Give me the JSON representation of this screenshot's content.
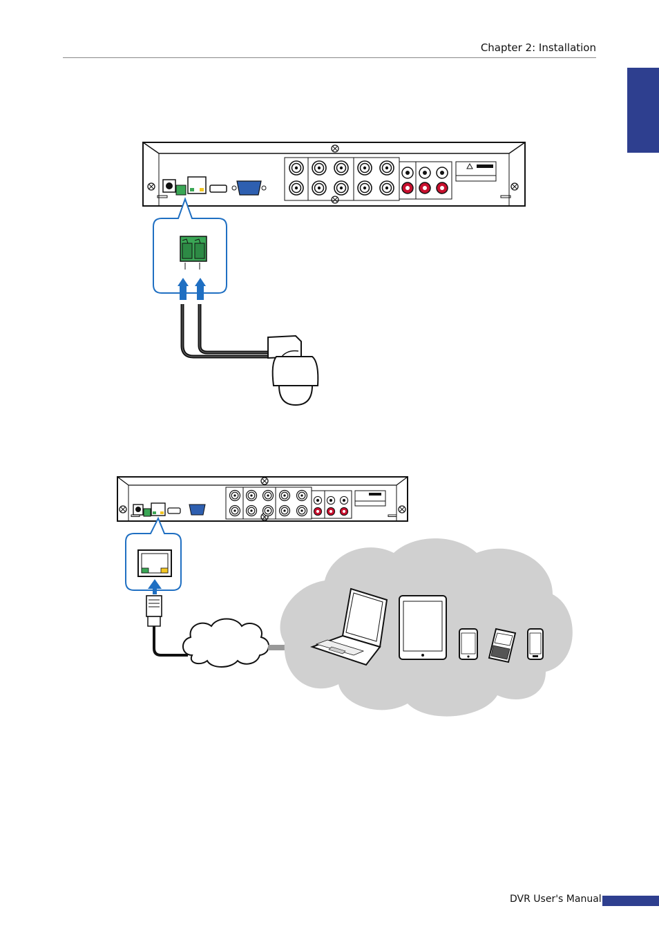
{
  "header": {
    "chapter_title": "Chapter 2: Installation"
  },
  "footer": {
    "manual_title": "DVR User's Manual"
  },
  "colors": {
    "accent": "#2e3f8f",
    "callout": "#1f6fc2",
    "terminal_green": "#3aa655",
    "cloud_gray": "#d0d0d0",
    "rca_red": "#c8102e"
  },
  "figures": [
    {
      "id": "figure-rs485-ptz",
      "icons": [
        "dvr-rear-panel",
        "rs485-terminal-block",
        "ptz-dome-camera"
      ]
    },
    {
      "id": "figure-network",
      "icons": [
        "dvr-rear-panel",
        "rj45-port",
        "rj45-plug",
        "internet-cloud",
        "laptop-icon",
        "tablet-icon",
        "smartphone-icon",
        "blackberry-icon",
        "android-phone-icon"
      ]
    }
  ]
}
